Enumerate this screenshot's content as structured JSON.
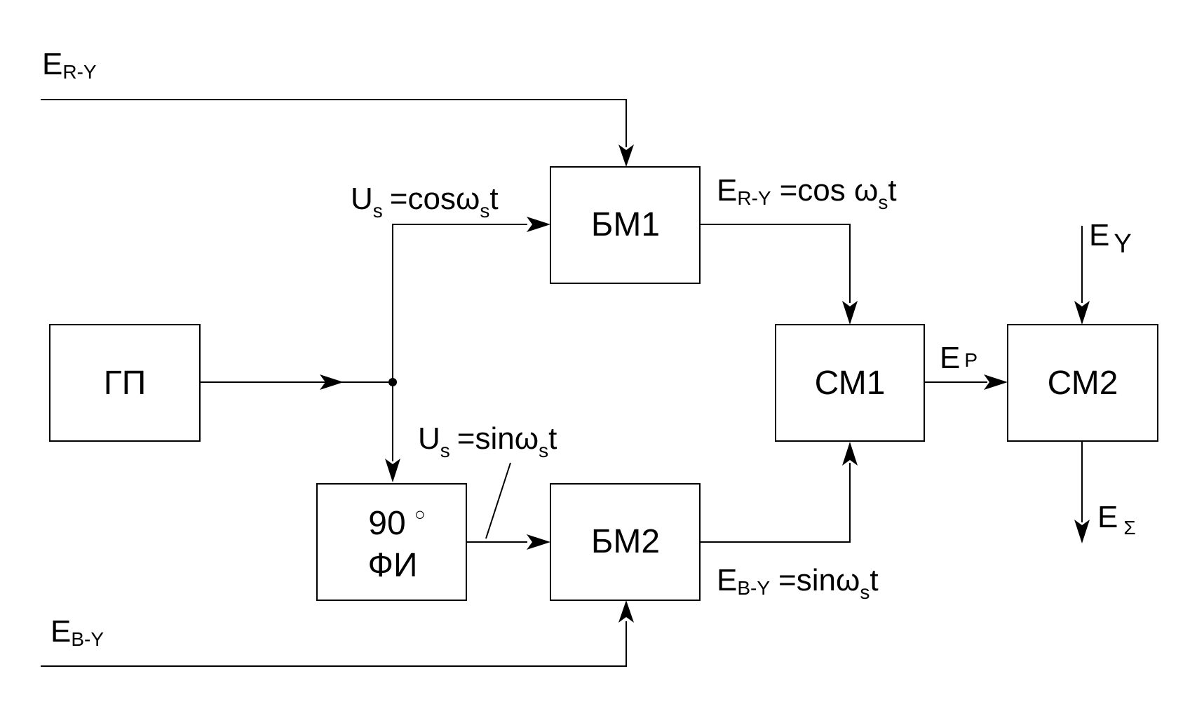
{
  "blocks": {
    "gp": "ГП",
    "bm1": "БМ1",
    "bm2": "БМ2",
    "fi_deg": "90",
    "fi_deg_mark": "○",
    "fi": "ФИ",
    "cm1": "СМ1",
    "cm2": "СМ2"
  },
  "labels": {
    "e_ry_in": {
      "base": "E",
      "sub": "R-Y"
    },
    "e_by_in": {
      "base": "E",
      "sub": "B-Y"
    },
    "us_cos": {
      "base": "U",
      "sub": "s",
      "eq": "=cos",
      "omega": "ω",
      "omega_sub": "s",
      "t": "t"
    },
    "us_sin": {
      "base": "U",
      "sub": "s",
      "eq": "=sin",
      "omega": "ω",
      "omega_sub": "s",
      "t": "t"
    },
    "e_ry_out": {
      "base": "E",
      "sub": "R-Y",
      "eq": "=cos ",
      "omega": "ω",
      "omega_sub": "s",
      "t": "t"
    },
    "e_by_out": {
      "base": "E",
      "sub": "B-Y",
      "eq": "=sin",
      "omega": "ω",
      "omega_sub": "s",
      "t": "t"
    },
    "e_p": {
      "base": "E",
      "sub": "P"
    },
    "e_y": {
      "base": "E",
      "sub": "Y"
    },
    "e_sigma": {
      "base": "E",
      "sub": "Σ"
    }
  }
}
